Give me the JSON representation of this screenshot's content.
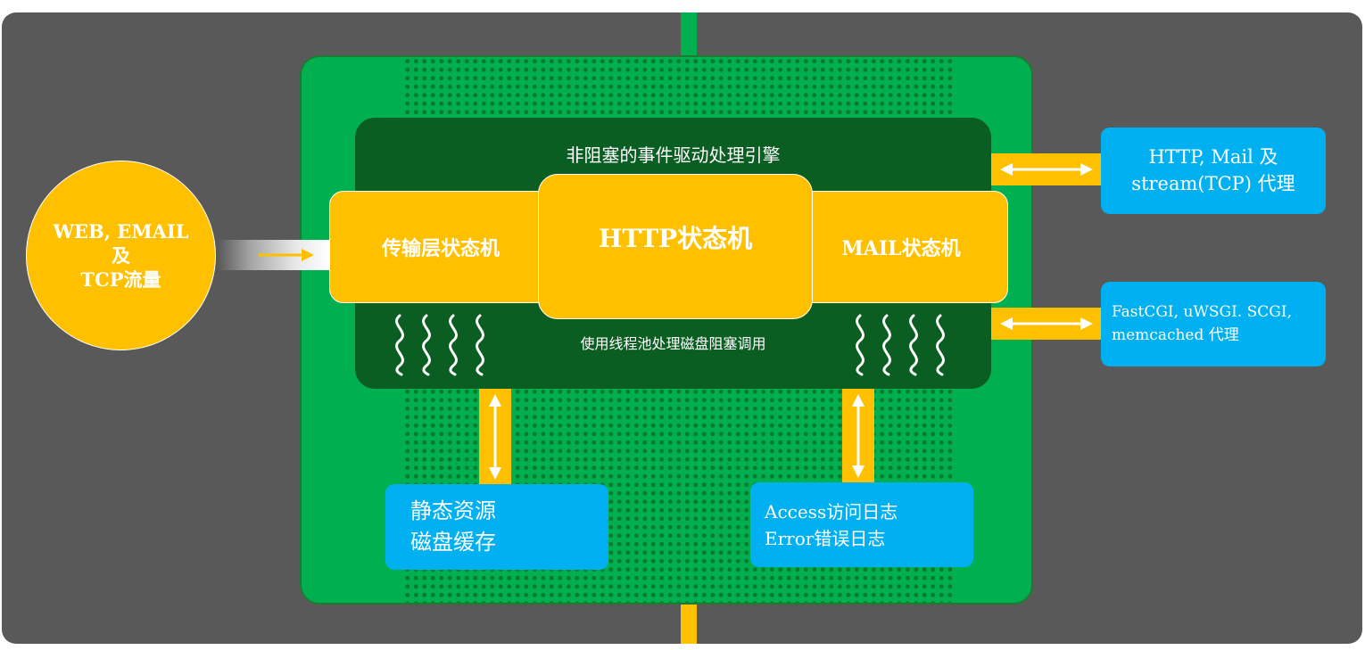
{
  "colors": {
    "background": "#595959",
    "board": "#00b050",
    "engine": "#0b5e22",
    "state_machine": "#ffc000",
    "info_box": "#00b0f0",
    "text": "#ffffff"
  },
  "engine": {
    "title": "非阻塞的事件驱动处理引擎",
    "subtitle": "使用线程池处理磁盘阻塞调用"
  },
  "state_machines": {
    "transport": "传输层状态机",
    "http": "HTTP状态机",
    "mail": "MAIL状态机"
  },
  "traffic_source": {
    "line1": "WEB, EMAIL",
    "line2": "及",
    "line3": "TCP流量"
  },
  "proxies": {
    "http_mail": {
      "line1": "HTTP, Mail 及",
      "line2": "stream(TCP) 代理"
    },
    "fastcgi": {
      "line1": "FastCGI, uWSGI. SCGI,",
      "line2": "memcached 代理"
    }
  },
  "storage": {
    "static": {
      "line1": "静态资源",
      "line2": "磁盘缓存"
    },
    "logs": {
      "line1": "Access访问日志",
      "line2": "Error错误日志"
    }
  },
  "icons": {
    "input_arrow": "arrow-right-icon",
    "bidirectional": "double-arrow-icon",
    "threads": "wavy-thread-icon"
  }
}
